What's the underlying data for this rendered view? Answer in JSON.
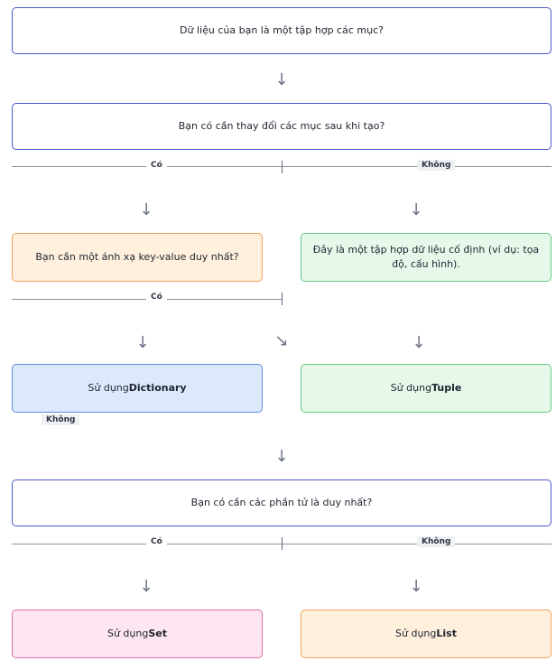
{
  "nodes": {
    "q1": "Dữ liệu của bạn là một tập hợp các mục?",
    "q2": "Bạn có cần thay đổi các mục sau khi tạo?",
    "q3": "Bạn cần một ánh xạ key-value duy nhất?",
    "fixed": "Đây là một tập hợp dữ liệu cố định (ví dụ: tọa độ, cấu hình).",
    "use_prefix": "Sử dụng",
    "dictionary": "Dictionary",
    "tuple": "Tuple",
    "q4": "Bạn có cần các phần tử là duy nhất?",
    "set": "Set",
    "list": "List"
  },
  "labels": {
    "yes": "Có",
    "no": "Không"
  },
  "arrows": {
    "down": "↓",
    "diag": "↘"
  },
  "colors": {
    "question_border": "#4b57c9",
    "orange_fill": "#fff0dd",
    "green_fill": "#e6f8ea",
    "blue_fill": "#dce8fb",
    "pink_fill": "#fde6f1"
  }
}
